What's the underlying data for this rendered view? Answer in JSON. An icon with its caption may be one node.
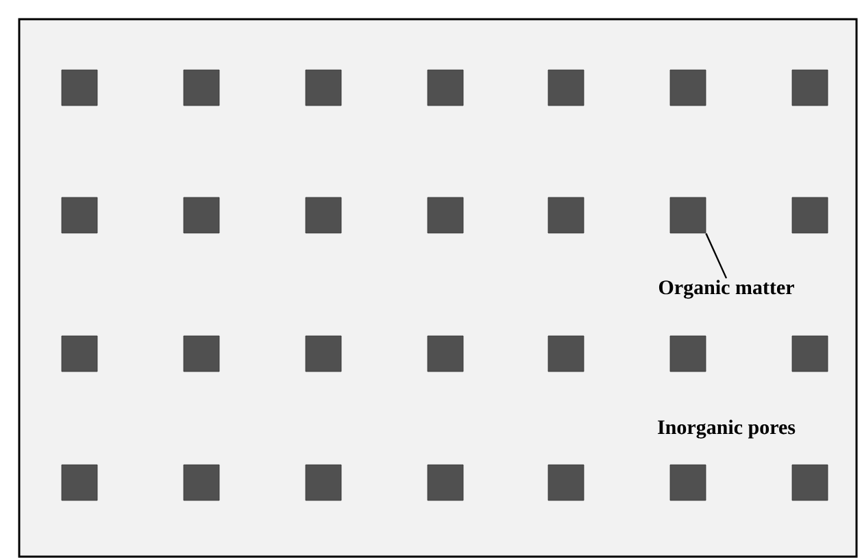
{
  "diagram": {
    "nodes": [
      {
        "text": [
          "Organic matter"
        ]
      },
      {
        "text": [],
        "shape": "box"
      }
    ],
    "edges": [
      {
        "from": 0,
        "to": 1,
        "arrow": "none"
      }
    ],
    "labels": [
      "Inorganic pores"
    ]
  }
}
